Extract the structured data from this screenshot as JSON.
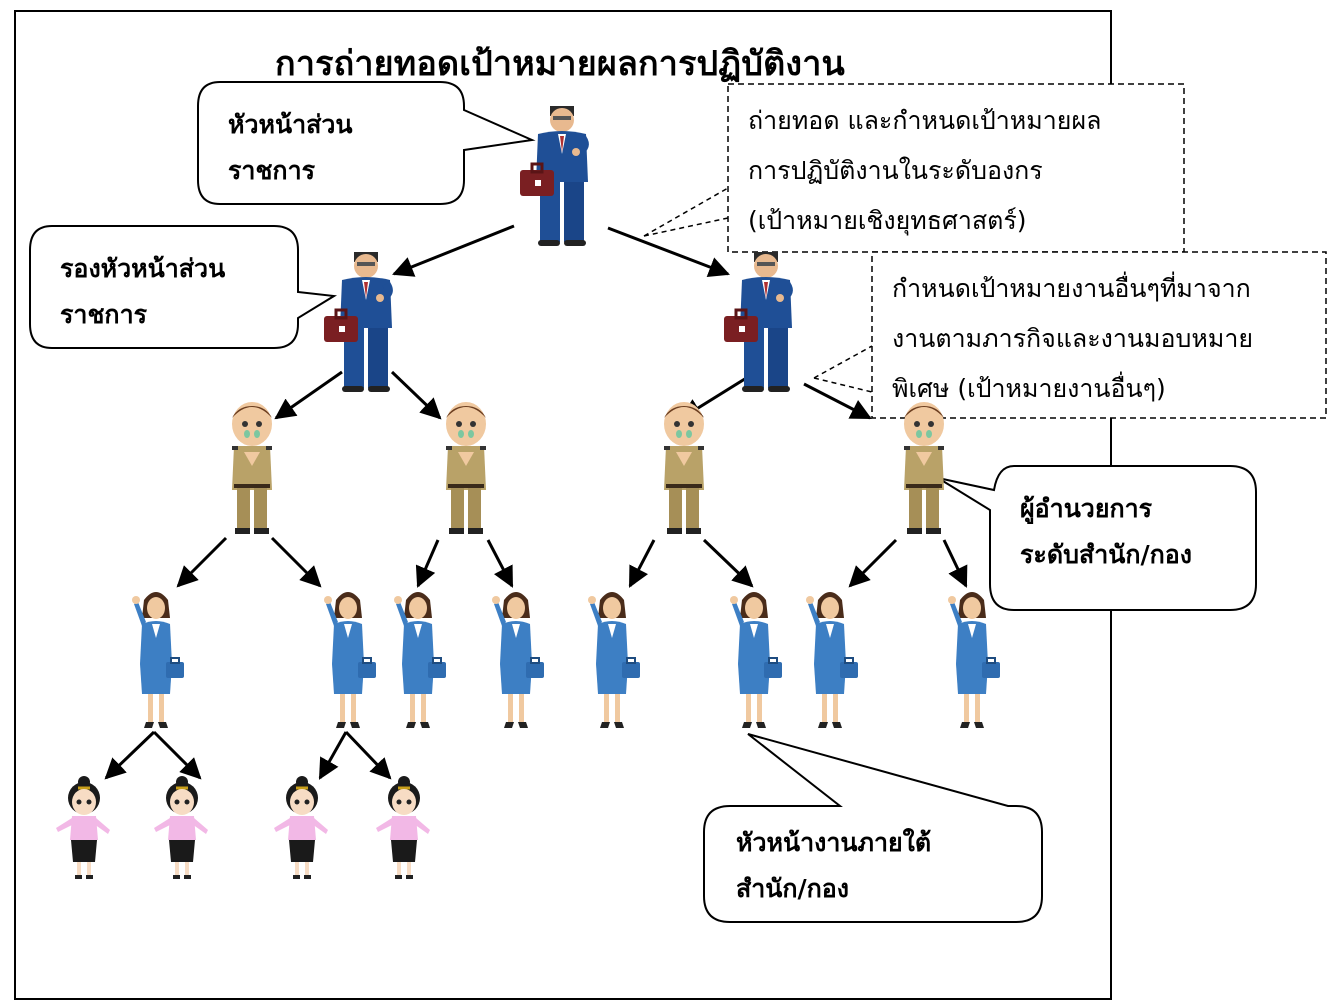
{
  "title": "การถ่ายทอดเป้าหมายผลการปฏิบัติงาน",
  "bubbles": {
    "head_of_agency": [
      "หัวหน้าส่วน",
      "ราชการ"
    ],
    "deputy_head": [
      "รองหัวหน้าส่วน",
      "ราชการ"
    ],
    "bureau_director": [
      "ผู้อำนวยการ",
      "ระดับสำนัก/กอง"
    ],
    "section_head": [
      "หัวหน้างานภายใต้",
      "สำนัก/กอง"
    ]
  },
  "notes": {
    "strategic_goal": [
      "ถ่ายทอด และกำหนดเป้าหมายผล",
      "การปฏิบัติงานในระดับองกร",
      "(เป้าหมายเชิงยุทธศาสตร์)"
    ],
    "other_goal": [
      "กำหนดเป้าหมายงานอื่นๆที่มาจาก",
      "งานตามภารกิจและงานมอบหมาย",
      "พิเศษ (เป้าหมายงานอื่นๆ)"
    ]
  },
  "colors": {
    "suit": "#1f4f96",
    "briefcase": "#7a1f22",
    "uniform": "#b9a268",
    "female_suit": "#3d7fc4",
    "blouse": "#f2b8e6"
  },
  "figure_types": [
    "executive-figure",
    "civil-servant-figure",
    "female-officer-figure",
    "female-staff-figure"
  ]
}
